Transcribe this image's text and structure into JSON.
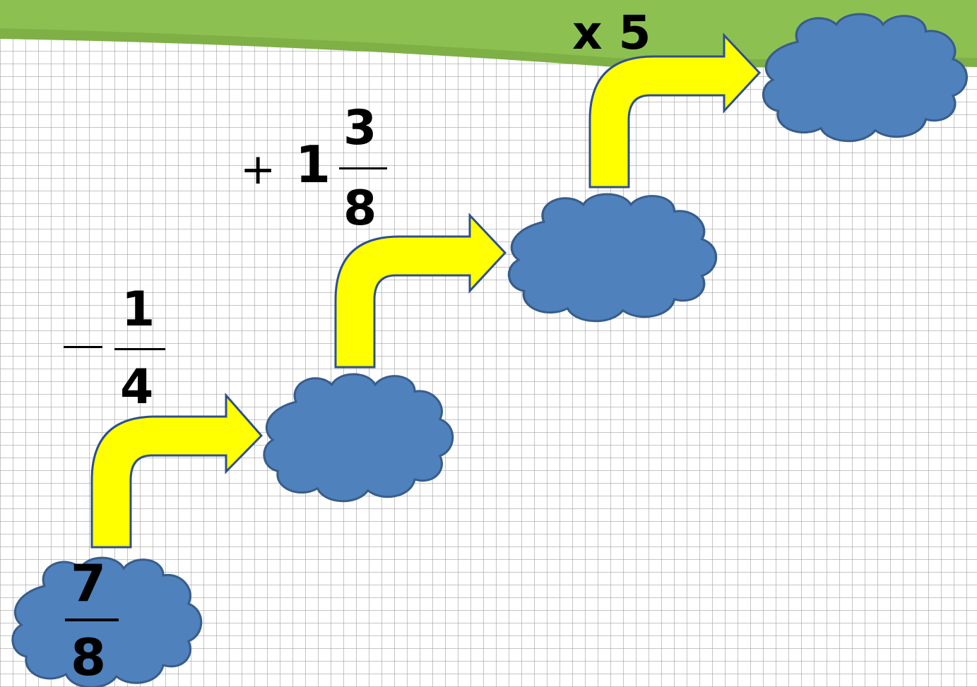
{
  "colors": {
    "cloud_fill": "#4f81bd",
    "cloud_stroke": "#385d8a",
    "arrow_fill": "#ffff00",
    "arrow_stroke": "#2f4f8f",
    "banner_green": "#8cc152"
  },
  "start": {
    "numerator": "7",
    "denominator": "8"
  },
  "step1": {
    "sign": "−",
    "numerator": "1",
    "denominator": "4"
  },
  "step2": {
    "sign": "+",
    "whole": "1",
    "numerator": "3",
    "denominator": "8"
  },
  "step3": {
    "label": "x 5"
  }
}
